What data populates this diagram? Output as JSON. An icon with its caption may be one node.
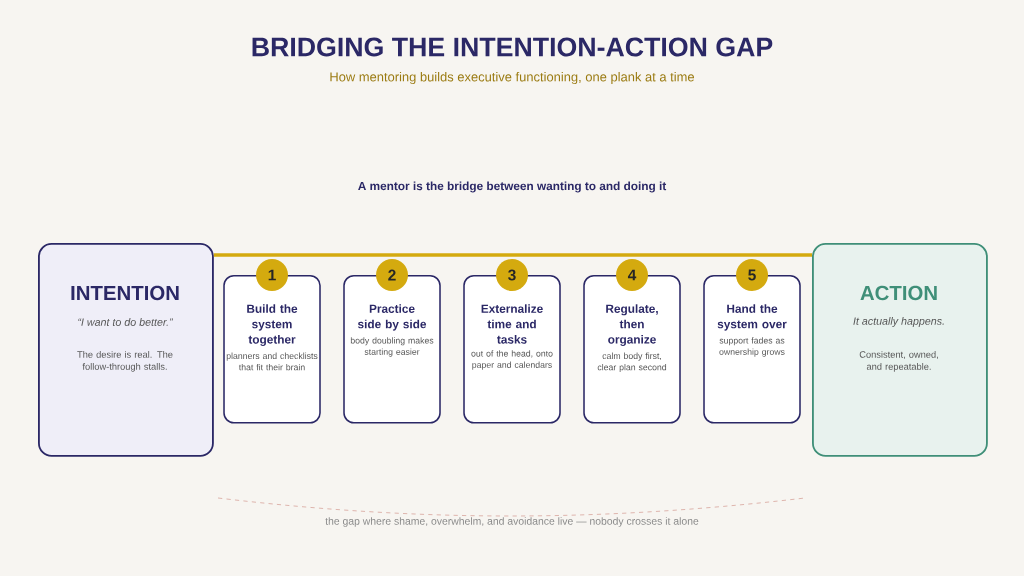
{
  "diagram": {
    "title": "BRIDGING THE INTENTION-ACTION GAP",
    "nodes": [
      {
        "text": [
          "INTENTION",
          "“I want to do better.”",
          "The desire is real. The follow-through stalls."
        ]
      },
      {
        "text": [
          "1"
        ]
      },
      {
        "text": [
          "Build the system together",
          "planners and checklists that fit their brain"
        ]
      },
      {
        "text": [
          "2"
        ]
      },
      {
        "text": [
          "Practice side by side",
          "body doubling makes starting easier"
        ]
      },
      {
        "text": [
          "3"
        ]
      },
      {
        "text": [
          "Externalize time and tasks",
          "out of the head, onto paper and calendars"
        ]
      },
      {
        "text": [
          "4"
        ]
      },
      {
        "text": [
          "Regulate, then organize",
          "calm body first, clear plan second"
        ]
      },
      {
        "text": [
          "5"
        ]
      },
      {
        "text": [
          "Hand the system over",
          "support fades as ownership grows"
        ]
      },
      {
        "text": [
          "ACTION",
          "It actually happens.",
          "Consistent, owned, and repeatable."
        ]
      }
    ],
    "edges": [
      {
        "from": 0,
        "to": 11,
        "arrow": "none",
        "color": "#d4aa0f"
      }
    ],
    "labels": [
      "How mentoring builds executive functioning, one plank at a time",
      "A mentor is the bridge between wanting to and doing it",
      "the gap where shame, overwhelm, and avoidance live — nobody crosses it alone"
    ]
  }
}
